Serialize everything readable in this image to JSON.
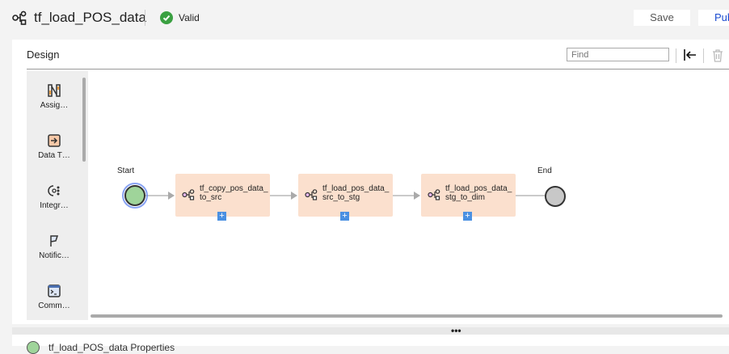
{
  "header": {
    "title": "tf_load_POS_data",
    "status": "Valid",
    "save_label": "Save",
    "publish_label": "Publish"
  },
  "design": {
    "title": "Design",
    "find_placeholder": "Find"
  },
  "palette": [
    {
      "label": "Assig…",
      "icon": "assignment-icon"
    },
    {
      "label": "Data T…",
      "icon": "data-task-icon"
    },
    {
      "label": "Integr…",
      "icon": "integration-icon"
    },
    {
      "label": "Notific…",
      "icon": "notification-icon"
    },
    {
      "label": "Comm…",
      "icon": "command-icon"
    }
  ],
  "flow": {
    "start": "Start",
    "end": "End",
    "nodes": [
      "tf_copy_pos_data_to_src",
      "tf_load_pos_data_src_to_stg",
      "tf_load_pos_data_stg_to_dim"
    ]
  },
  "bottom": {
    "title": "tf_load_POS_data Properties"
  },
  "colors": {
    "node": "#fbe0ce",
    "start": "#9fd49a",
    "end": "#c8c8c8",
    "accent": "#4a90e2"
  }
}
